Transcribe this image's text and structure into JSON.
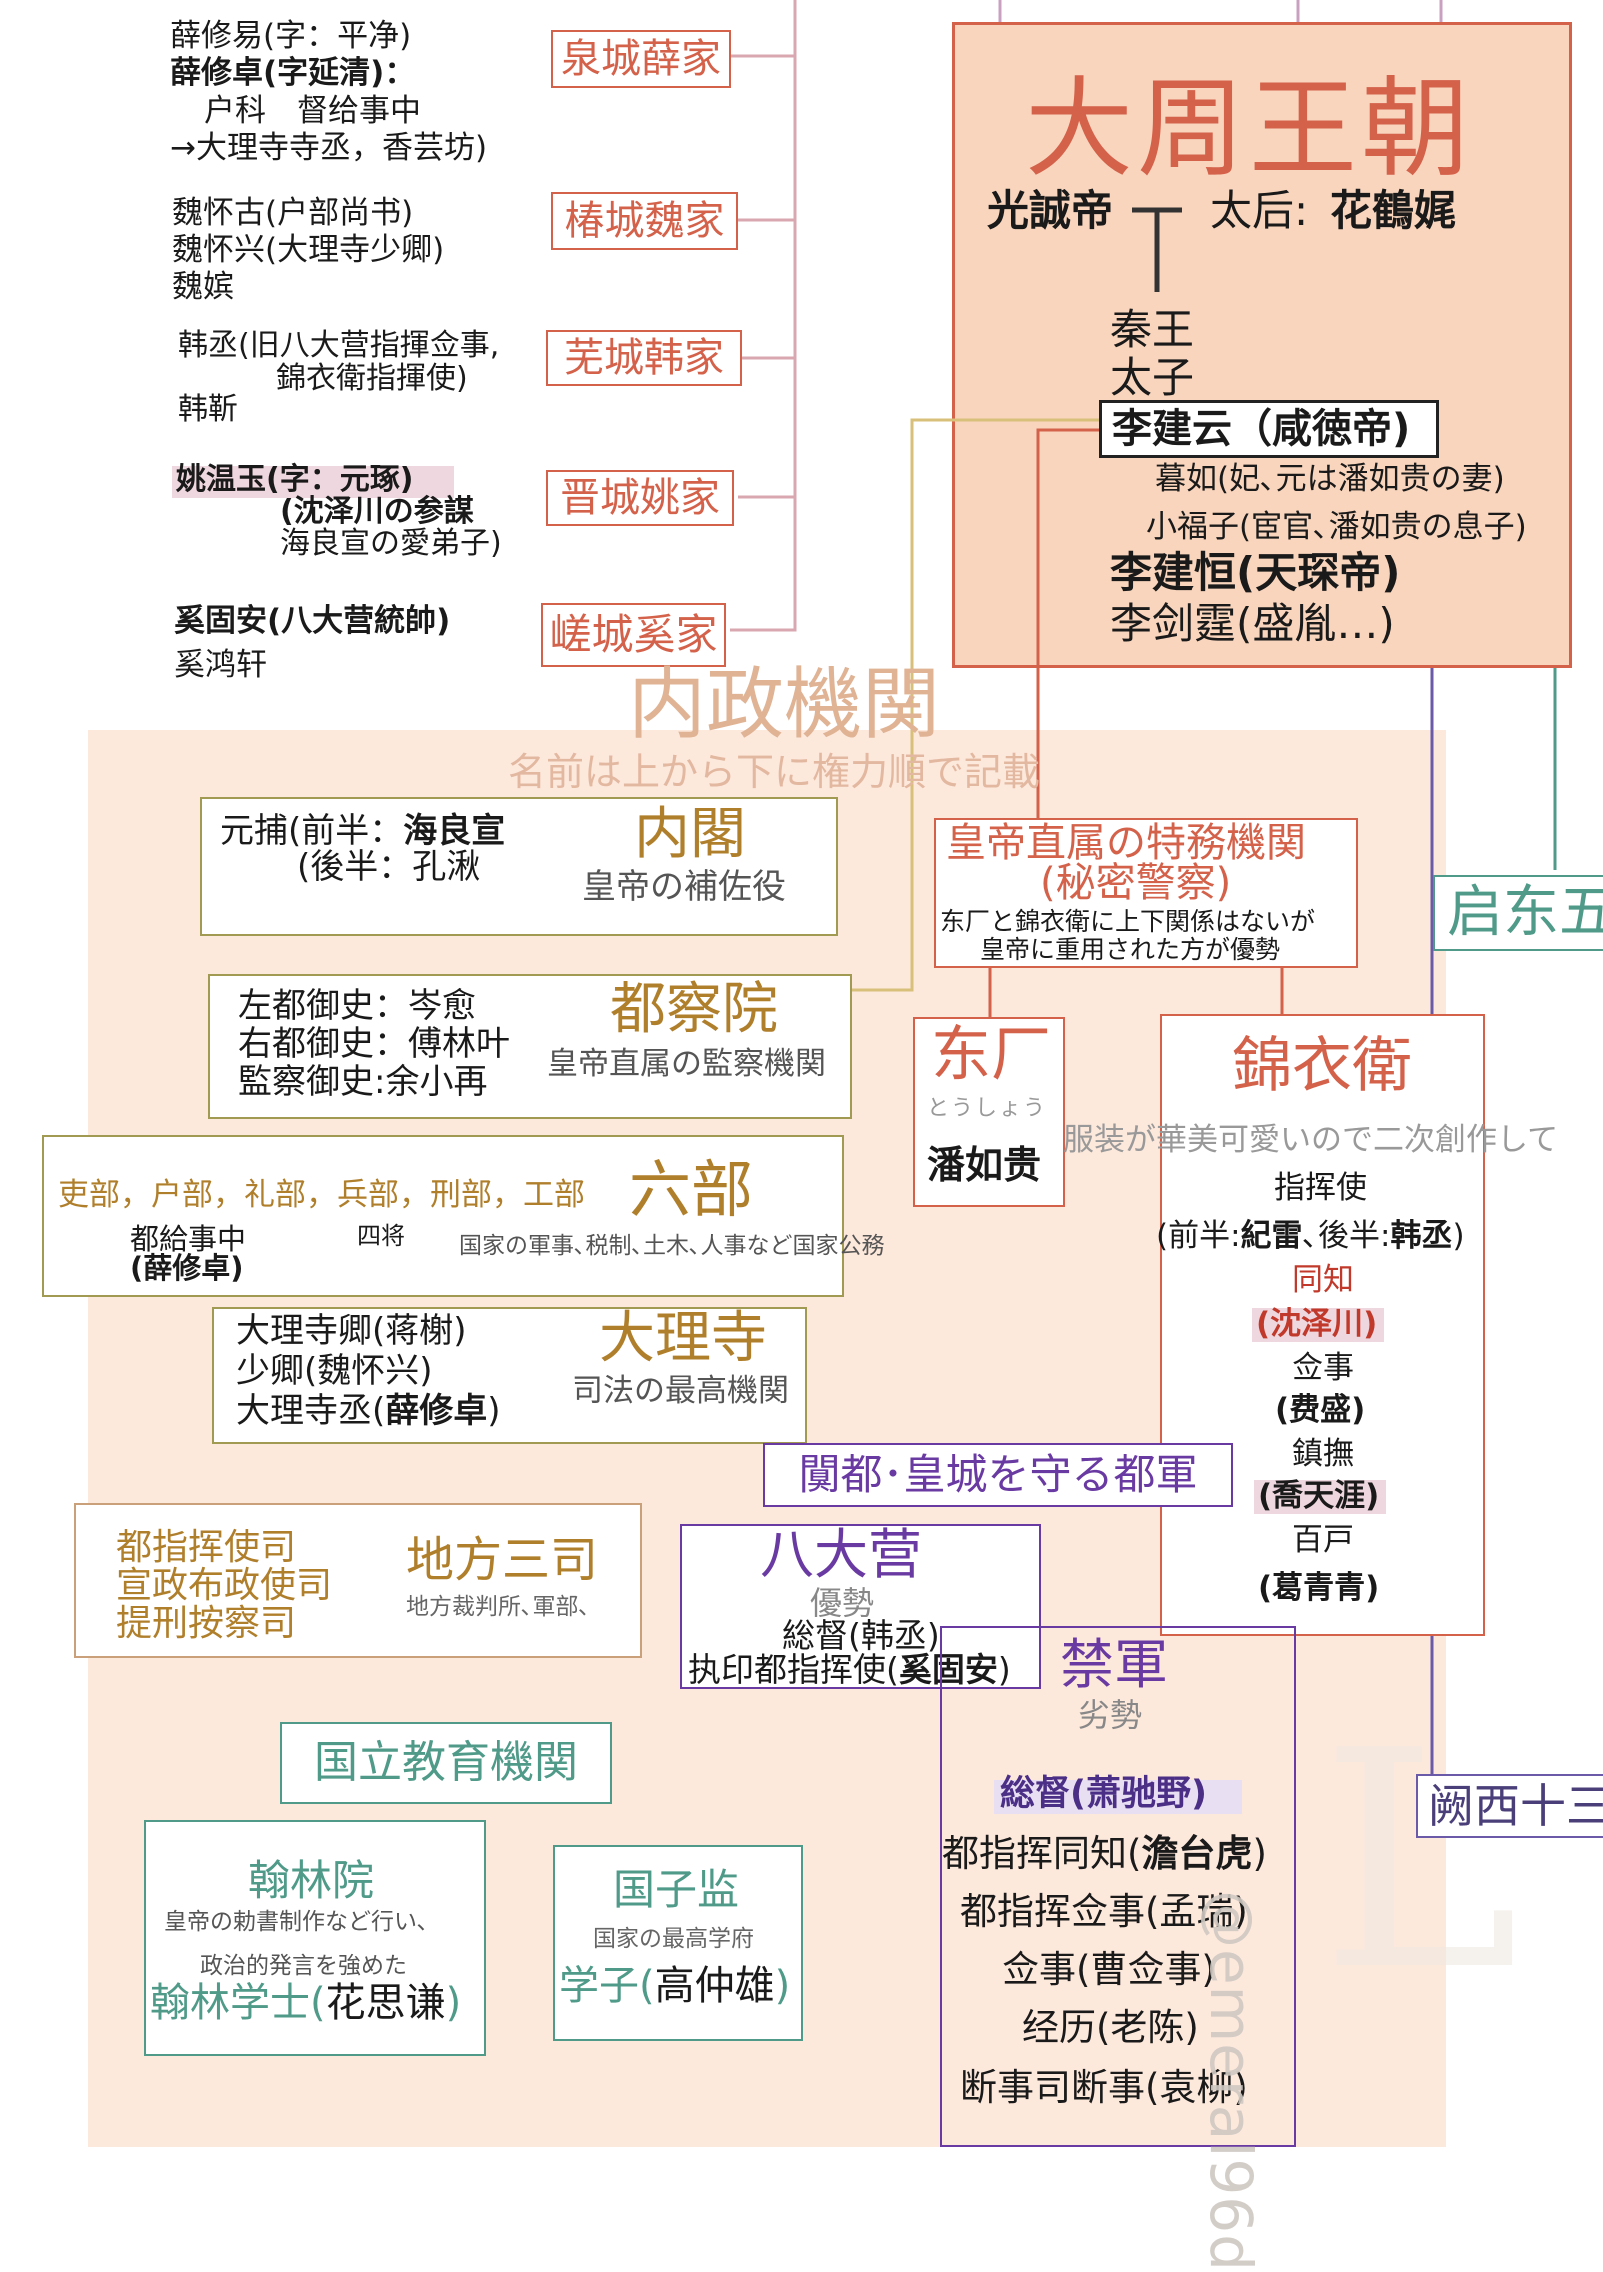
{
  "colors": {
    "red": "#d4614a",
    "panel": "#fde8dc",
    "olive": "#a09a52",
    "gold": "#b07f2c",
    "teal": "#4f9a88",
    "purple": "#6a3aa3",
    "pink_line": "#d9a7b0"
  },
  "families": [
    {
      "label": "泉城薛家",
      "members": [
        "薛修易(字：平净)",
        "薛修卓(字延清)：",
        "户科　督给事中",
        "→大理寺寺丞，香芸坊)"
      ]
    },
    {
      "label": "椿城魏家",
      "members": [
        "魏怀古(户部尚书)",
        "魏怀兴(大理寺少卿)",
        "魏嫔"
      ]
    },
    {
      "label": "芜城韩家",
      "members": [
        "韩丞(旧八大营指揮佥事,",
        "錦衣衛指揮使)",
        "韩靳"
      ]
    },
    {
      "label": "晋城姚家",
      "members": [
        "姚温玉(字：元琢)",
        "(沈泽川の参謀",
        "海良宣の愛弟子)"
      ]
    },
    {
      "label": "嵯城奚家",
      "members": [
        "奚固安(八大营統帥)",
        "奚鸿轩"
      ]
    }
  ],
  "dynasty": {
    "title": "大周王朝",
    "emperor": "光誠帝",
    "dowager_prefix": "太后:",
    "dowager": "花鶴娓",
    "heirs": [
      "秦王",
      "太子"
    ],
    "current": "李建云（咸徳帝)",
    "consort": "暮如(妃､元は潘如贵の妻)",
    "eunuch": "小福子(宦官､潘如贵の息子)",
    "next": "李建恒(天琛帝)",
    "later": "李剑霆(盛胤…)"
  },
  "side_labels": {
    "qidong": "启东五",
    "kuoxi": "阙西十三"
  },
  "naisei": {
    "title": "内政機関",
    "subtitle": "名前は上から下に権力順で記載"
  },
  "neige": {
    "title": "内閣",
    "desc": "皇帝の補佐役",
    "lines": [
      "元捕(前半：海良宣",
      "(後半：孔湫"
    ]
  },
  "duchayuan": {
    "title": "都察院",
    "desc": "皇帝直属の監察機関",
    "lines": [
      "左都御史：岑愈",
      "右都御史：傅林叶",
      "監察御史:余小再"
    ]
  },
  "liubu": {
    "title": "六部",
    "depts": "吏部，户部，礼部，兵部，刑部，工部",
    "sub1": "都給事中",
    "sub1b": "(薛修卓)",
    "sub2": "四将",
    "desc": "国家の軍事､税制､土木､人事など国家公務"
  },
  "dalisi": {
    "title": "大理寺",
    "desc": "司法の最高機関",
    "lines": [
      "大理寺卿(蒋榭)",
      "少卿(魏怀兴)",
      "大理寺丞(薛修卓)"
    ]
  },
  "tokumu": {
    "title1": "皇帝直属の特務機関",
    "title2": "(秘密警察)",
    "desc1": "东厂と錦衣衛に上下関係はないが",
    "desc2": "皇帝に重用された方が優勢"
  },
  "dongchang": {
    "title": "东厂",
    "reading": "とうしょう",
    "head": "潘如贵"
  },
  "jinyiwei": {
    "title": "錦衣衛",
    "note": "服装が華美可愛いので二次創作して",
    "ranks": [
      "指挥使",
      "(前半:紀雷､後半:韩丞)",
      "同知",
      "(沈泽川)",
      "佥事",
      "(费盛)",
      "鎮撫",
      "(喬天涯)",
      "百戸",
      "(葛青青)"
    ]
  },
  "capital": {
    "title": "闃都･皇城を守る都軍"
  },
  "badaying": {
    "title": "八大营",
    "status": "優勢",
    "lines": [
      "総督(韩丞)",
      "执印都指挥使(奚固安)"
    ]
  },
  "jinjun": {
    "title": "禁軍",
    "status": "劣勢",
    "lines": [
      "総督(萧驰野)",
      "都指挥同知(澹台虎)",
      "都指挥佥事(孟瑞)",
      "佥事(曹佥事)",
      "经历(老陈)",
      "断事司断事(袁柳)"
    ]
  },
  "difang": {
    "title": "地方三司",
    "desc": "地方裁判所､軍部､",
    "lines": [
      "都指挥使司",
      "宣政布政使司",
      "提刑按察司"
    ]
  },
  "edu": {
    "title": "国立教育機関"
  },
  "hanlin": {
    "title": "翰林院",
    "desc1": "皇帝の勅書制作など行い､",
    "desc2": "政治的発言を強めた",
    "person": "翰林学士(花思谦)"
  },
  "guozijian": {
    "title": "国子监",
    "desc": "国家の最高学府",
    "person": "学子(高仲雄)"
  },
  "watermark": "@emeral96d"
}
